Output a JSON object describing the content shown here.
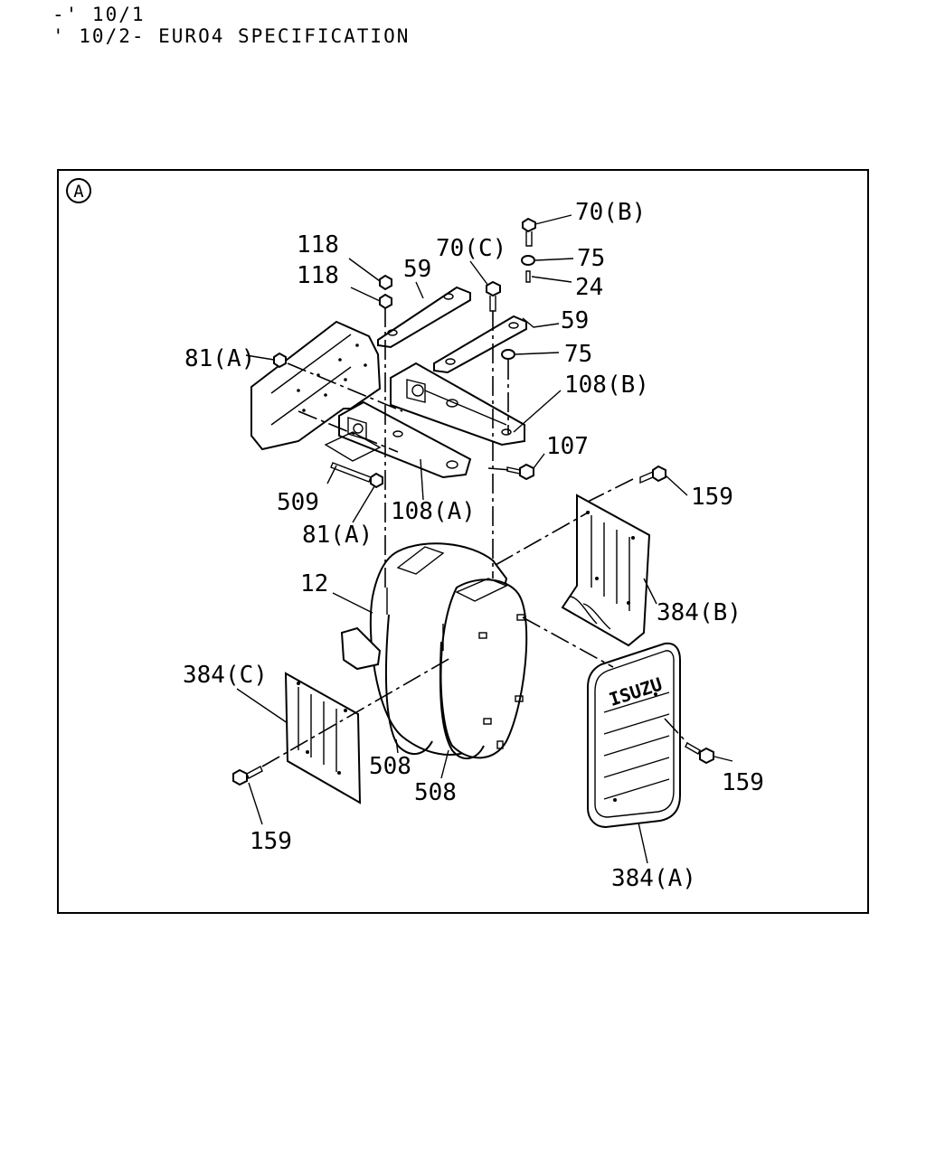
{
  "header": {
    "line1": "-' 10/1",
    "line2": "' 10/2- EURO4 SPECIFICATION"
  },
  "diagram": {
    "view_marker": "A",
    "brand_logo_text": "ISUZU",
    "callouts": {
      "c_70b": "70(B)",
      "c_75_top": "75",
      "c_24": "24",
      "c_70c": "70(C)",
      "c_118_a": "118",
      "c_118_b": "118",
      "c_59_top": "59",
      "c_59_mid": "59",
      "c_75_mid": "75",
      "c_81a_top": "81(A)",
      "c_108b": "108(B)",
      "c_107": "107",
      "c_509": "509",
      "c_108a": "108(A)",
      "c_81a_bot": "81(A)",
      "c_159_tr": "159",
      "c_12": "12",
      "c_384b": "384(B)",
      "c_384c": "384(C)",
      "c_508_a": "508",
      "c_508_b": "508",
      "c_159_r": "159",
      "c_159_l": "159",
      "c_384a": "384(A)"
    }
  }
}
